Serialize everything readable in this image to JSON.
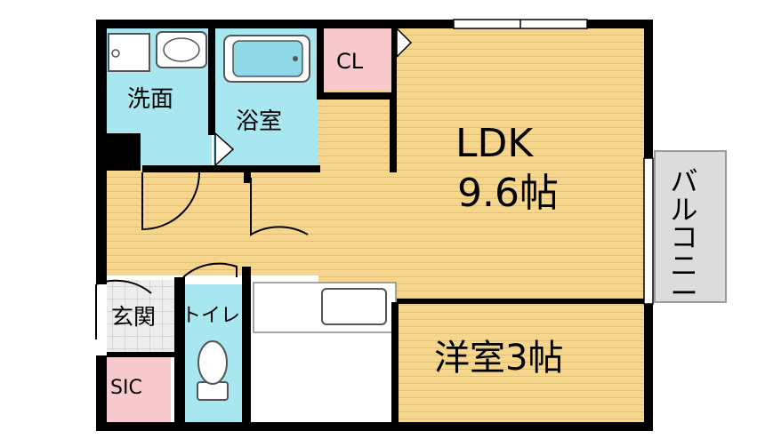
{
  "rooms": {
    "ldk": {
      "name": "LDK",
      "size": "9.6帖"
    },
    "western": {
      "name": "洋室3帖"
    },
    "washroom": {
      "name": "洗面"
    },
    "bathroom": {
      "name": "浴室"
    },
    "closet": {
      "name": "CL"
    },
    "entrance": {
      "name": "玄関"
    },
    "toilet": {
      "name": "トイレ"
    },
    "sic": {
      "name": "SIC"
    },
    "balcony": {
      "name": "バルコニー"
    }
  },
  "colors": {
    "floor_wood": "#F5D68C",
    "wet_area": "#A8E6F0",
    "storage": "#F7C9CC",
    "bathtub": "#8FD8E8",
    "balcony": "#DCDCDC",
    "wall": "#000000"
  }
}
